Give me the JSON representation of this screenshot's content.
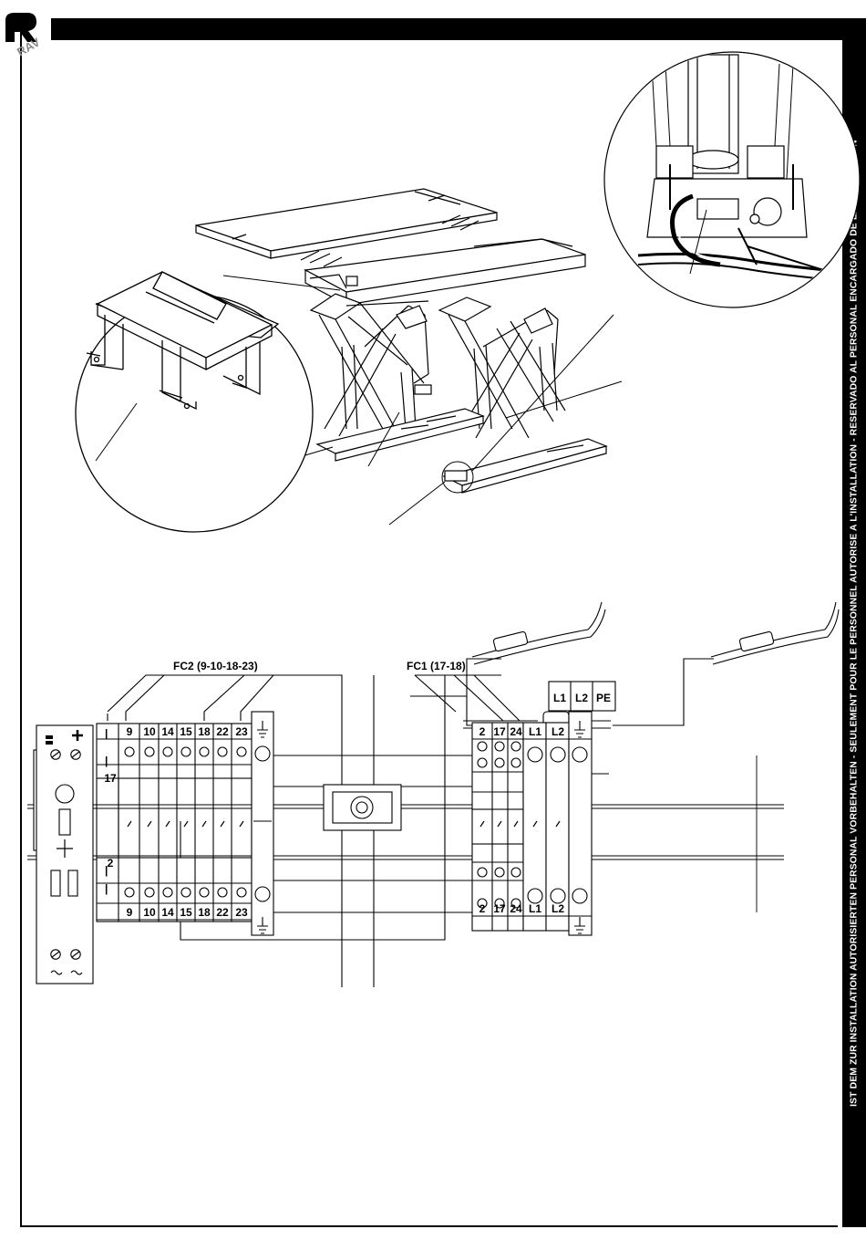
{
  "sidebar": {
    "text": "IST DEM ZUR INSTALLATION AUTORISIERTEN PERSONAL VORBEHALTEN - SEULEMENT POUR LE PERSONNEL AUTORISE A L'INSTALLATION - RESERVADO AL PERSONAL ENCARGADO DE LA INSTALACION"
  },
  "logo": {
    "text": "RAV"
  },
  "wiring": {
    "fc2_label": "FC2 (9-10-18-23)",
    "fc1_label": "FC1 (17-18)",
    "supply": [
      "L1",
      "L2",
      "PE"
    ],
    "left_block_top": [
      "9",
      "10",
      "14",
      "15",
      "18",
      "22",
      "23"
    ],
    "left_block_bottom": [
      "9",
      "10",
      "14",
      "15",
      "18",
      "22",
      "23"
    ],
    "left_side_labels": [
      "17",
      "2"
    ],
    "right_block_top": [
      "2",
      "17",
      "24",
      "L1",
      "L2"
    ],
    "right_block_bottom": [
      "2",
      "17",
      "24",
      "L1",
      "L2"
    ]
  },
  "colors": {
    "ink": "#000000",
    "paper": "#ffffff"
  }
}
